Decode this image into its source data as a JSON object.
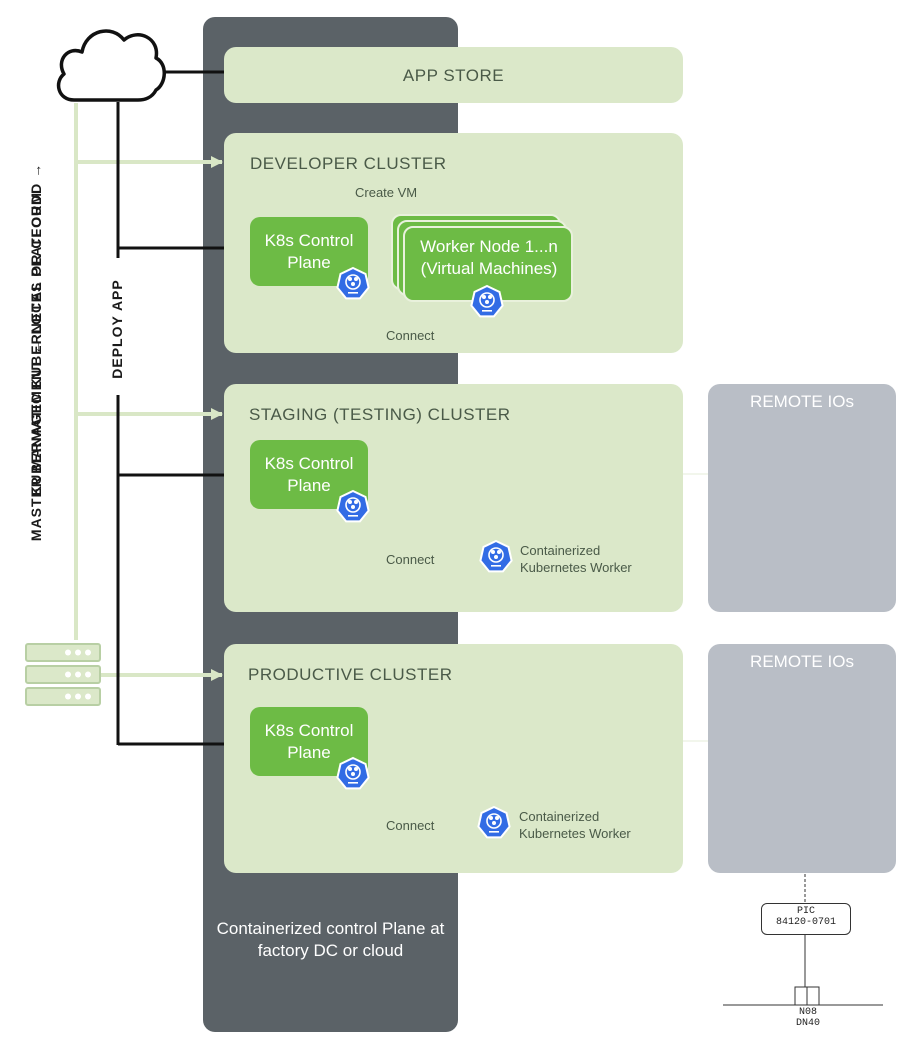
{
  "pillar": {
    "caption": "Containerized control Plane at factory DC or cloud"
  },
  "side": {
    "platform_line1": "KUBERMATIC KUBERNETES PLATFORM",
    "platform_line2": "MASTER MANAGEMENT ← LOCAL OR CLOUDD →",
    "deploy_app": "DEPLOY APP"
  },
  "app_store": {
    "label": "APP STORE"
  },
  "developer_cluster": {
    "title": "DEVELOPER CLUSTER",
    "control_plane": "K8s Control Plane",
    "worker": "Worker Node 1...n (Virtual Machines)",
    "create_vm": "Create VM",
    "connect": "Connect"
  },
  "staging_cluster": {
    "title": "STAGING (TESTING) CLUSTER",
    "control_plane": "K8s Control Plane",
    "connect": "Connect",
    "worker": "Containerized Kubernetes Worker"
  },
  "productive_cluster": {
    "title": "PRODUCTIVE CLUSTER",
    "control_plane": "K8s Control Plane",
    "connect": "Connect",
    "worker": "Containerized Kubernetes Worker"
  },
  "remote_ios": [
    {
      "title": "REMOTE IOs"
    },
    {
      "title": "REMOTE IOs"
    }
  ],
  "pic": {
    "line1": "PIC",
    "line2": "84120-0701"
  },
  "pipe": {
    "line1": "N08",
    "line2": "DN40"
  },
  "colors": {
    "pillar": "#5b6267",
    "panel": "#dbe8c9",
    "k8s_green": "#6dbb45",
    "remote": "#b9bec6",
    "accent_line": "#d9e7c6",
    "arrow": "#111111",
    "helm_blue": "#326ce5"
  },
  "icons": [
    "cloud-icon",
    "server-rack-icon",
    "kubernetes-icon"
  ]
}
